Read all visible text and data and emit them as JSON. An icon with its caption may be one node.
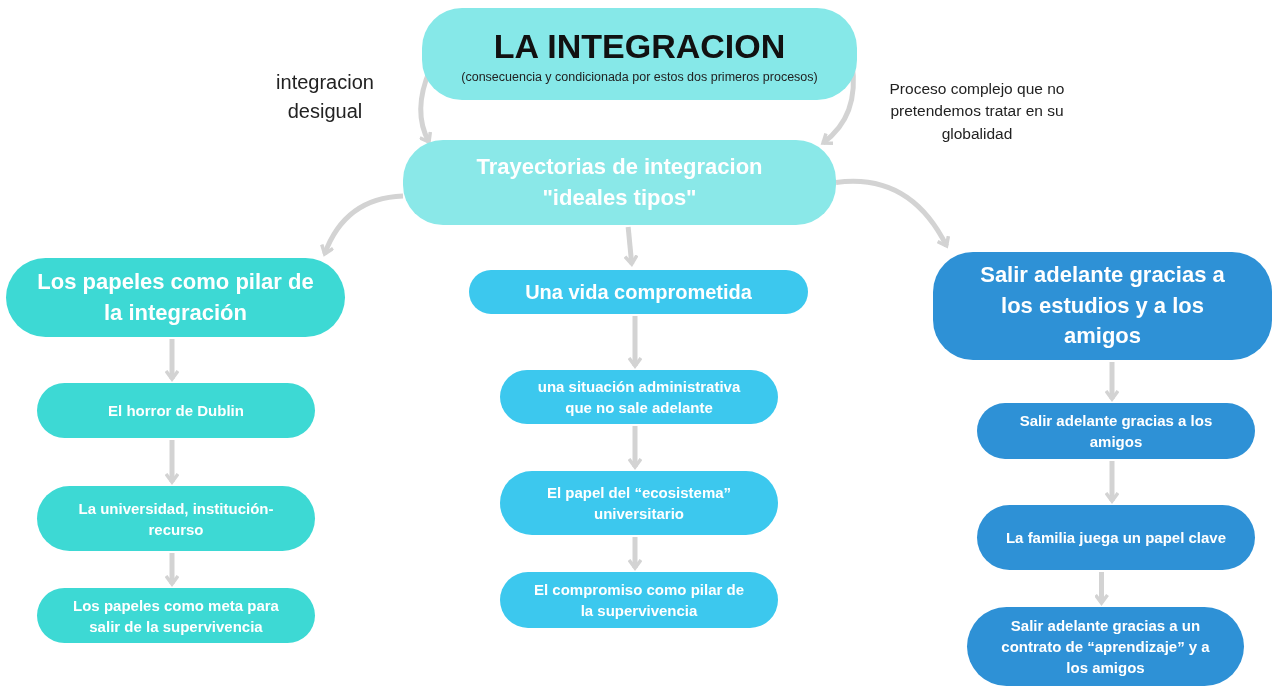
{
  "diagram": {
    "nodes": [
      {
        "text": [
          "LA INTEGRACION",
          "(consecuencia y condicionada por estos dos primeros procesos)"
        ]
      },
      {
        "text": [
          "Trayectorias de integracion \"ideales tipos\""
        ]
      },
      {
        "text": [
          "Los papeles como pilar de la integración"
        ]
      },
      {
        "text": [
          "Una vida comprometida"
        ]
      },
      {
        "text": [
          "Salir adelante gracias a los estudios y a los amigos"
        ]
      },
      {
        "text": [
          "El horror de Dublin"
        ]
      },
      {
        "text": [
          "La universidad, institución-recurso"
        ]
      },
      {
        "text": [
          "Los papeles como meta para salir de la supervivencia"
        ]
      },
      {
        "text": [
          "una situación administrativa que no sale adelante"
        ]
      },
      {
        "text": [
          "El papel del “ecosistema” universitario"
        ]
      },
      {
        "text": [
          "El compromiso como pilar de la supervivencia"
        ]
      },
      {
        "text": [
          "Salir adelante gracias a los amigos"
        ]
      },
      {
        "text": [
          "La familia juega un papel clave"
        ]
      },
      {
        "text": [
          "Salir adelante gracias a un contrato de “aprendizaje” y a los amigos"
        ]
      }
    ],
    "edges": [
      {
        "from": 0,
        "to": 1,
        "arrow": "to"
      },
      {
        "from": 0,
        "to": 1,
        "arrow": "to"
      },
      {
        "from": 1,
        "to": 2,
        "arrow": "to"
      },
      {
        "from": 1,
        "to": 3,
        "arrow": "to"
      },
      {
        "from": 1,
        "to": 4,
        "arrow": "to"
      },
      {
        "from": 2,
        "to": 5,
        "arrow": "to"
      },
      {
        "from": 5,
        "to": 6,
        "arrow": "to"
      },
      {
        "from": 6,
        "to": 7,
        "arrow": "to"
      },
      {
        "from": 3,
        "to": 8,
        "arrow": "to"
      },
      {
        "from": 8,
        "to": 9,
        "arrow": "to"
      },
      {
        "from": 9,
        "to": 10,
        "arrow": "to"
      },
      {
        "from": 4,
        "to": 11,
        "arrow": "to"
      },
      {
        "from": 11,
        "to": 12,
        "arrow": "to"
      },
      {
        "from": 12,
        "to": 13,
        "arrow": "to"
      }
    ],
    "labels": [
      "integracion desigual",
      "Proceso complejo que no pretendemos tratar en su globalidad"
    ]
  }
}
